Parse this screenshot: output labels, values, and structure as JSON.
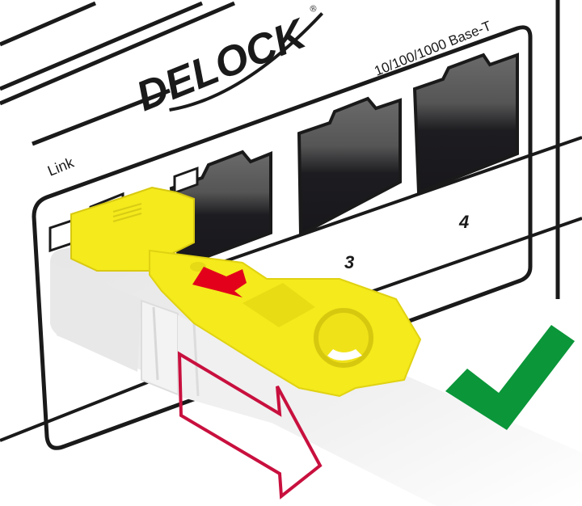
{
  "illustration": {
    "brand": {
      "name": "DELOCK",
      "registered_mark": "®"
    },
    "labels": {
      "speed": "10/100/1000 Base-T",
      "link": "Link",
      "port_3": "3",
      "port_4": "4"
    },
    "ports": [
      {
        "id": "port-1",
        "state": "locked"
      },
      {
        "id": "port-2",
        "state": "open"
      },
      {
        "id": "port-3",
        "state": "open",
        "label": "3"
      },
      {
        "id": "port-4",
        "state": "open",
        "label": "4"
      }
    ],
    "indicators": {
      "insert_arrow": {
        "color": "#e3001b",
        "direction": "into-port"
      },
      "pull_arrow": {
        "color": "#c8103e",
        "style": "outline",
        "direction": "away"
      },
      "checkmark": {
        "color": "#0a9639",
        "meaning": "correct"
      }
    },
    "colors": {
      "lock_key": "#f4ea1c",
      "cable": "#eeeeee",
      "port_dark": "#1c1b1f",
      "outline": "#1a1a1a"
    }
  }
}
